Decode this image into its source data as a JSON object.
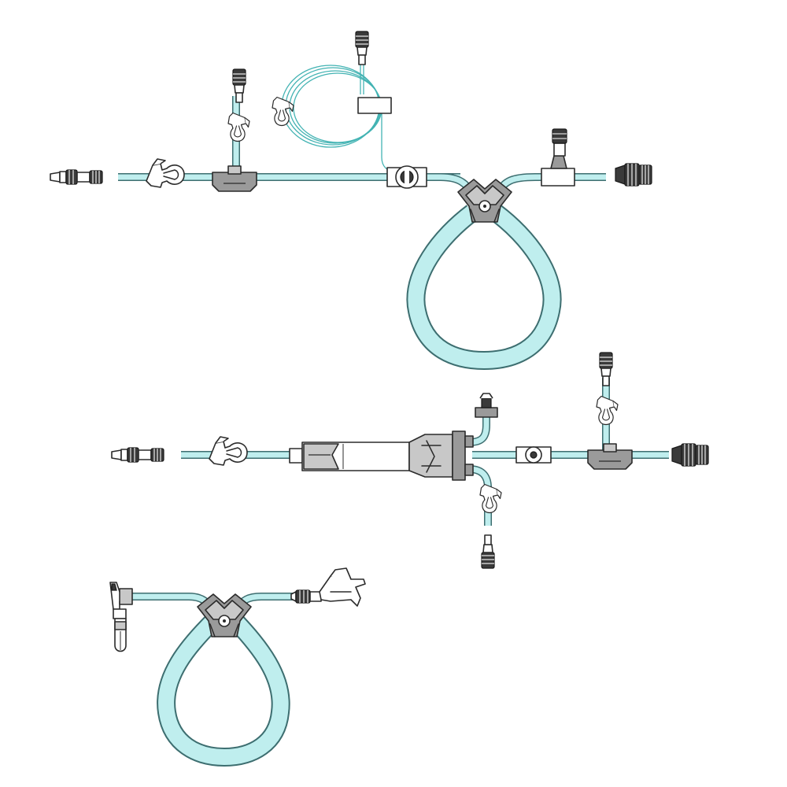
{
  "diagram": {
    "colors": {
      "tubing": "#bfeeee",
      "tubing_outline": "#3d6e70",
      "component_grey": "#9a9a9a",
      "connector_dark": "#3a3a3a"
    },
    "assemblies": [
      {
        "id": "assembly-top",
        "components": [
          "luer-connector-icon",
          "pinch-clamp-icon",
          "t-connector-icon",
          "coiled-extension-line-icon",
          "pressure-transducer-icon",
          "y-connector-icon",
          "loop-tubing-icon",
          "injection-port-icon",
          "female-luer-connector-icon"
        ]
      },
      {
        "id": "assembly-middle",
        "components": [
          "luer-connector-icon",
          "pinch-clamp-icon",
          "syringe-barrel-icon",
          "manifold-icon",
          "check-valve-icon",
          "t-connector-icon",
          "female-luer-connector-icon"
        ]
      },
      {
        "id": "assembly-bottom",
        "components": [
          "spike-icon",
          "y-connector-icon",
          "loop-tubing-icon",
          "luer-connector-icon",
          "pinch-clamp-icon"
        ]
      }
    ]
  }
}
